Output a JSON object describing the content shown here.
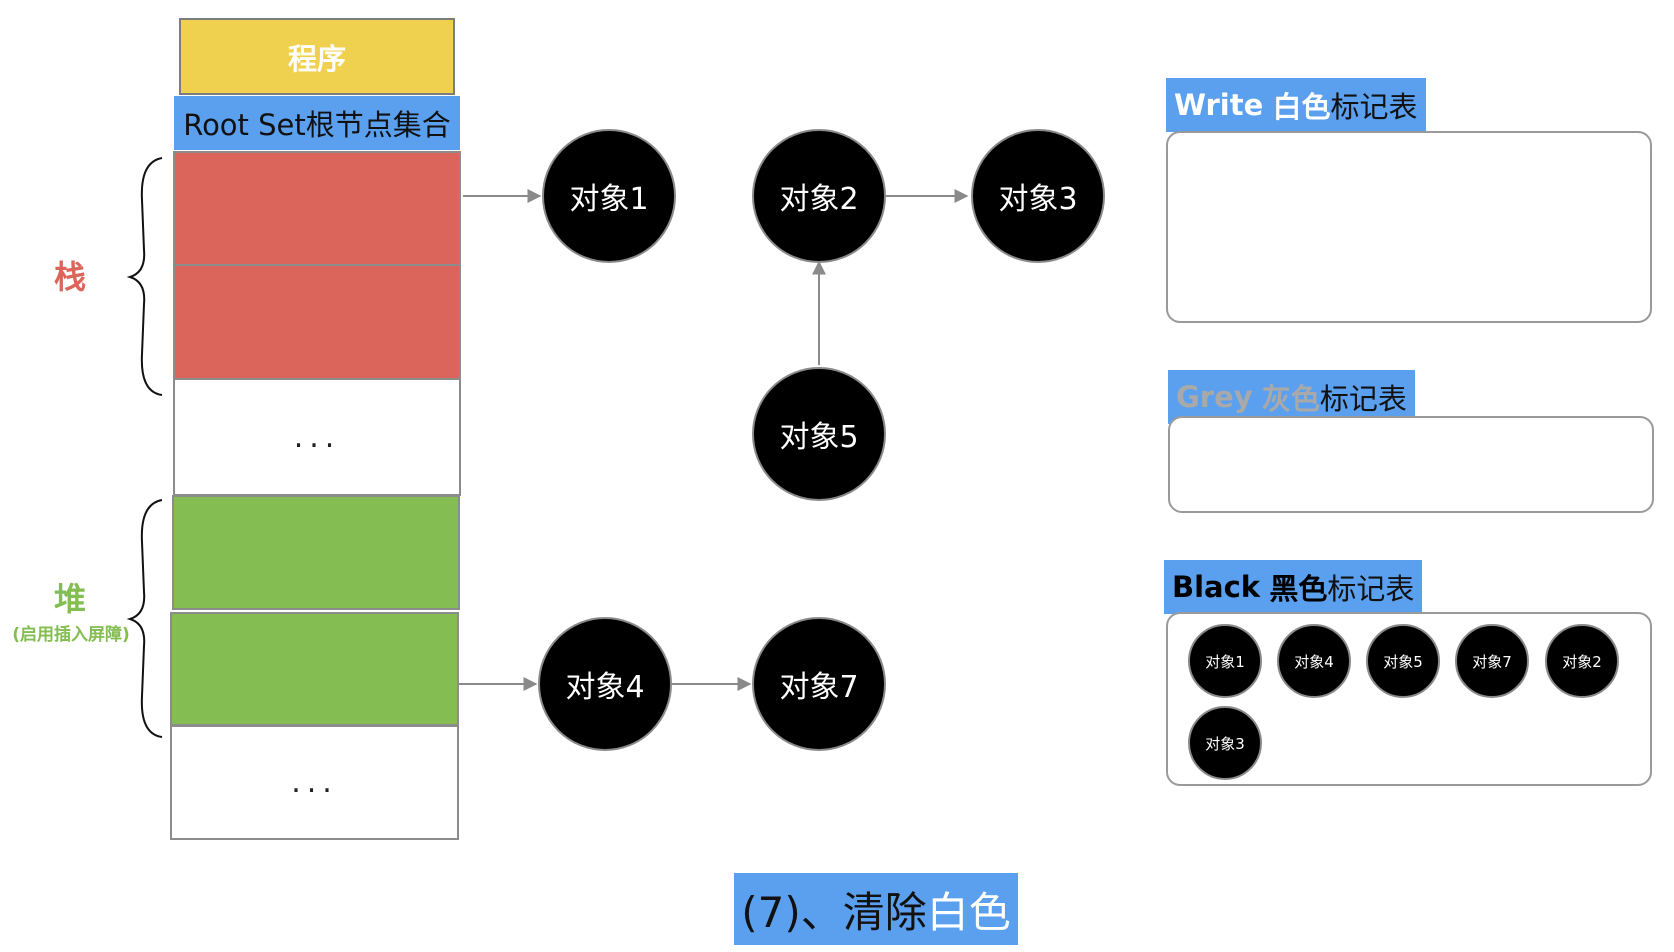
{
  "program": {
    "label": "程序"
  },
  "root_set": {
    "label": "Root Set根节点集合"
  },
  "stack": {
    "label": "栈",
    "ellipsis": "..."
  },
  "heap": {
    "label": "堆",
    "sublabel": "(启用插入屏障)",
    "ellipsis": "..."
  },
  "objects": {
    "obj1": "对象1",
    "obj2": "对象2",
    "obj3": "对象3",
    "obj4": "对象4",
    "obj5": "对象5",
    "obj7": "对象7"
  },
  "tables": {
    "white": {
      "name_en": "Write",
      "name_cn": "白色",
      "suffix": "标记表",
      "title_color": "#ffffff",
      "items": []
    },
    "grey": {
      "name_en": "Grey",
      "name_cn": "灰色",
      "suffix": "标记表",
      "title_color": "#a9a9a9",
      "items": []
    },
    "black": {
      "name_en": "Black",
      "name_cn": "黑色",
      "suffix": "标记表",
      "title_color": "#000000",
      "items": [
        "对象1",
        "对象4",
        "对象5",
        "对象7",
        "对象2",
        "对象3"
      ]
    }
  },
  "caption": {
    "prefix": "(7)、清除",
    "highlight": "白色"
  },
  "colors": {
    "program": "#f0d14f",
    "root_set": "#5aa0ee",
    "stack_cell": "#dc655b",
    "heap_cell": "#84bd52",
    "node": "#000000",
    "edge": "#8a8a8a"
  }
}
